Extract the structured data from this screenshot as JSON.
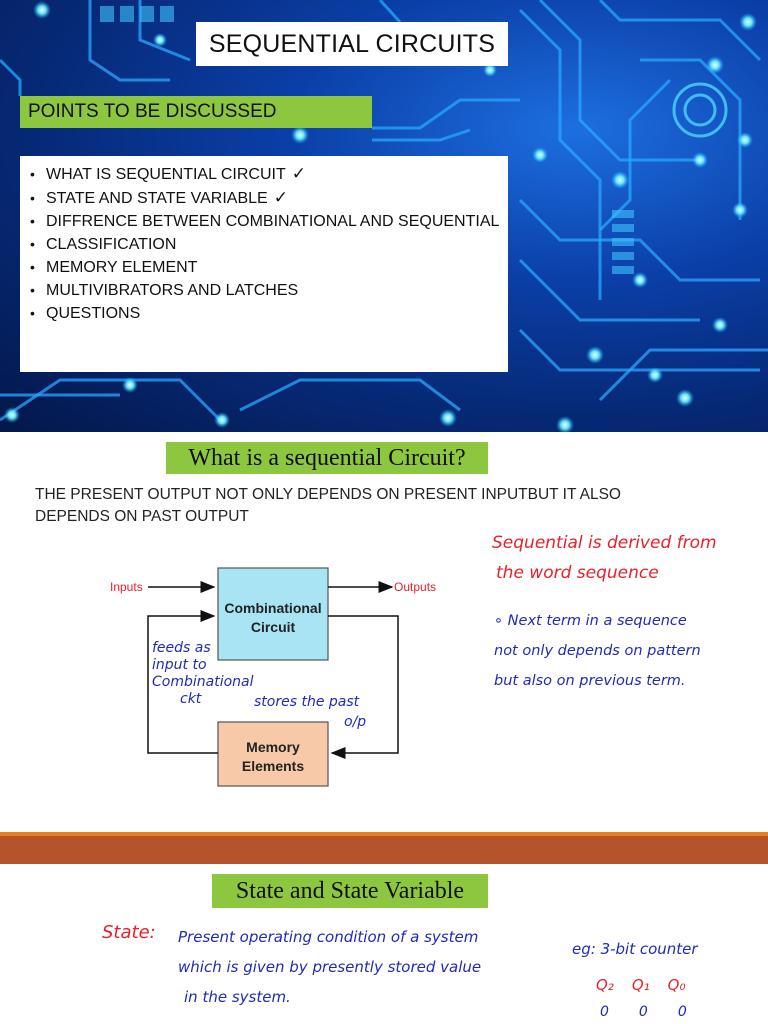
{
  "slide1": {
    "title": "SEQUENTIAL CIRCUITS",
    "points_heading": "POINTS TO BE DISCUSSED",
    "points": [
      {
        "text": "WHAT IS SEQUENTIAL CIRCUIT",
        "check": "✓"
      },
      {
        "text": "STATE AND STATE VARIABLE",
        "check": "✓"
      },
      {
        "text": "DIFFRENCE BETWEEN COMBINATIONAL AND SEQUENTIAL",
        "check": ""
      },
      {
        "text": "CLASSIFICATION",
        "check": ""
      },
      {
        "text": "MEMORY ELEMENT",
        "check": ""
      },
      {
        "text": "MULTIVIBRATORS AND LATCHES",
        "check": ""
      },
      {
        "text": "QUESTIONS",
        "check": ""
      }
    ]
  },
  "slide2": {
    "title": "What is a sequential Circuit?",
    "definition": "THE PRESENT OUTPUT NOT ONLY DEPENDS ON PRESENT INPUTBUT IT ALSO DEPENDS ON PAST OUTPUT",
    "diagram": {
      "inputs_label": "Inputs",
      "outputs_label": "Outputs",
      "comb_line1": "Combinational",
      "comb_line2": "Circuit",
      "mem_line1": "Memory",
      "mem_line2": "Elements"
    },
    "notes_red": [
      "Sequential is derived from",
      "the word sequence"
    ],
    "notes_blue_right": [
      "∘ Next term in a sequence",
      "not only depends on pattern",
      "but also on previous term."
    ],
    "notes_blue_left": [
      "feeds as",
      "input to",
      "Combinational",
      "ckt"
    ],
    "notes_blue_store": [
      "stores the past",
      "o/p"
    ]
  },
  "slide3": {
    "title": "State and State Variable",
    "state_label": "State:",
    "state_text": [
      "Present operating condition of a system",
      "which is given by presently stored value",
      "in the system."
    ],
    "example_label": "eg: 3-bit counter",
    "example_vars": [
      "Q₂",
      "Q₁",
      "Q₀"
    ],
    "example_vals": [
      "0",
      "0",
      "0"
    ]
  },
  "colors": {
    "green_bar": "#8dc63f",
    "comb_fill": "#a8e4f4",
    "mem_fill": "#f7c9a8",
    "red_ink": "#e8202a",
    "blue_ink": "#1f2bb8",
    "separator": "#b5532a"
  }
}
